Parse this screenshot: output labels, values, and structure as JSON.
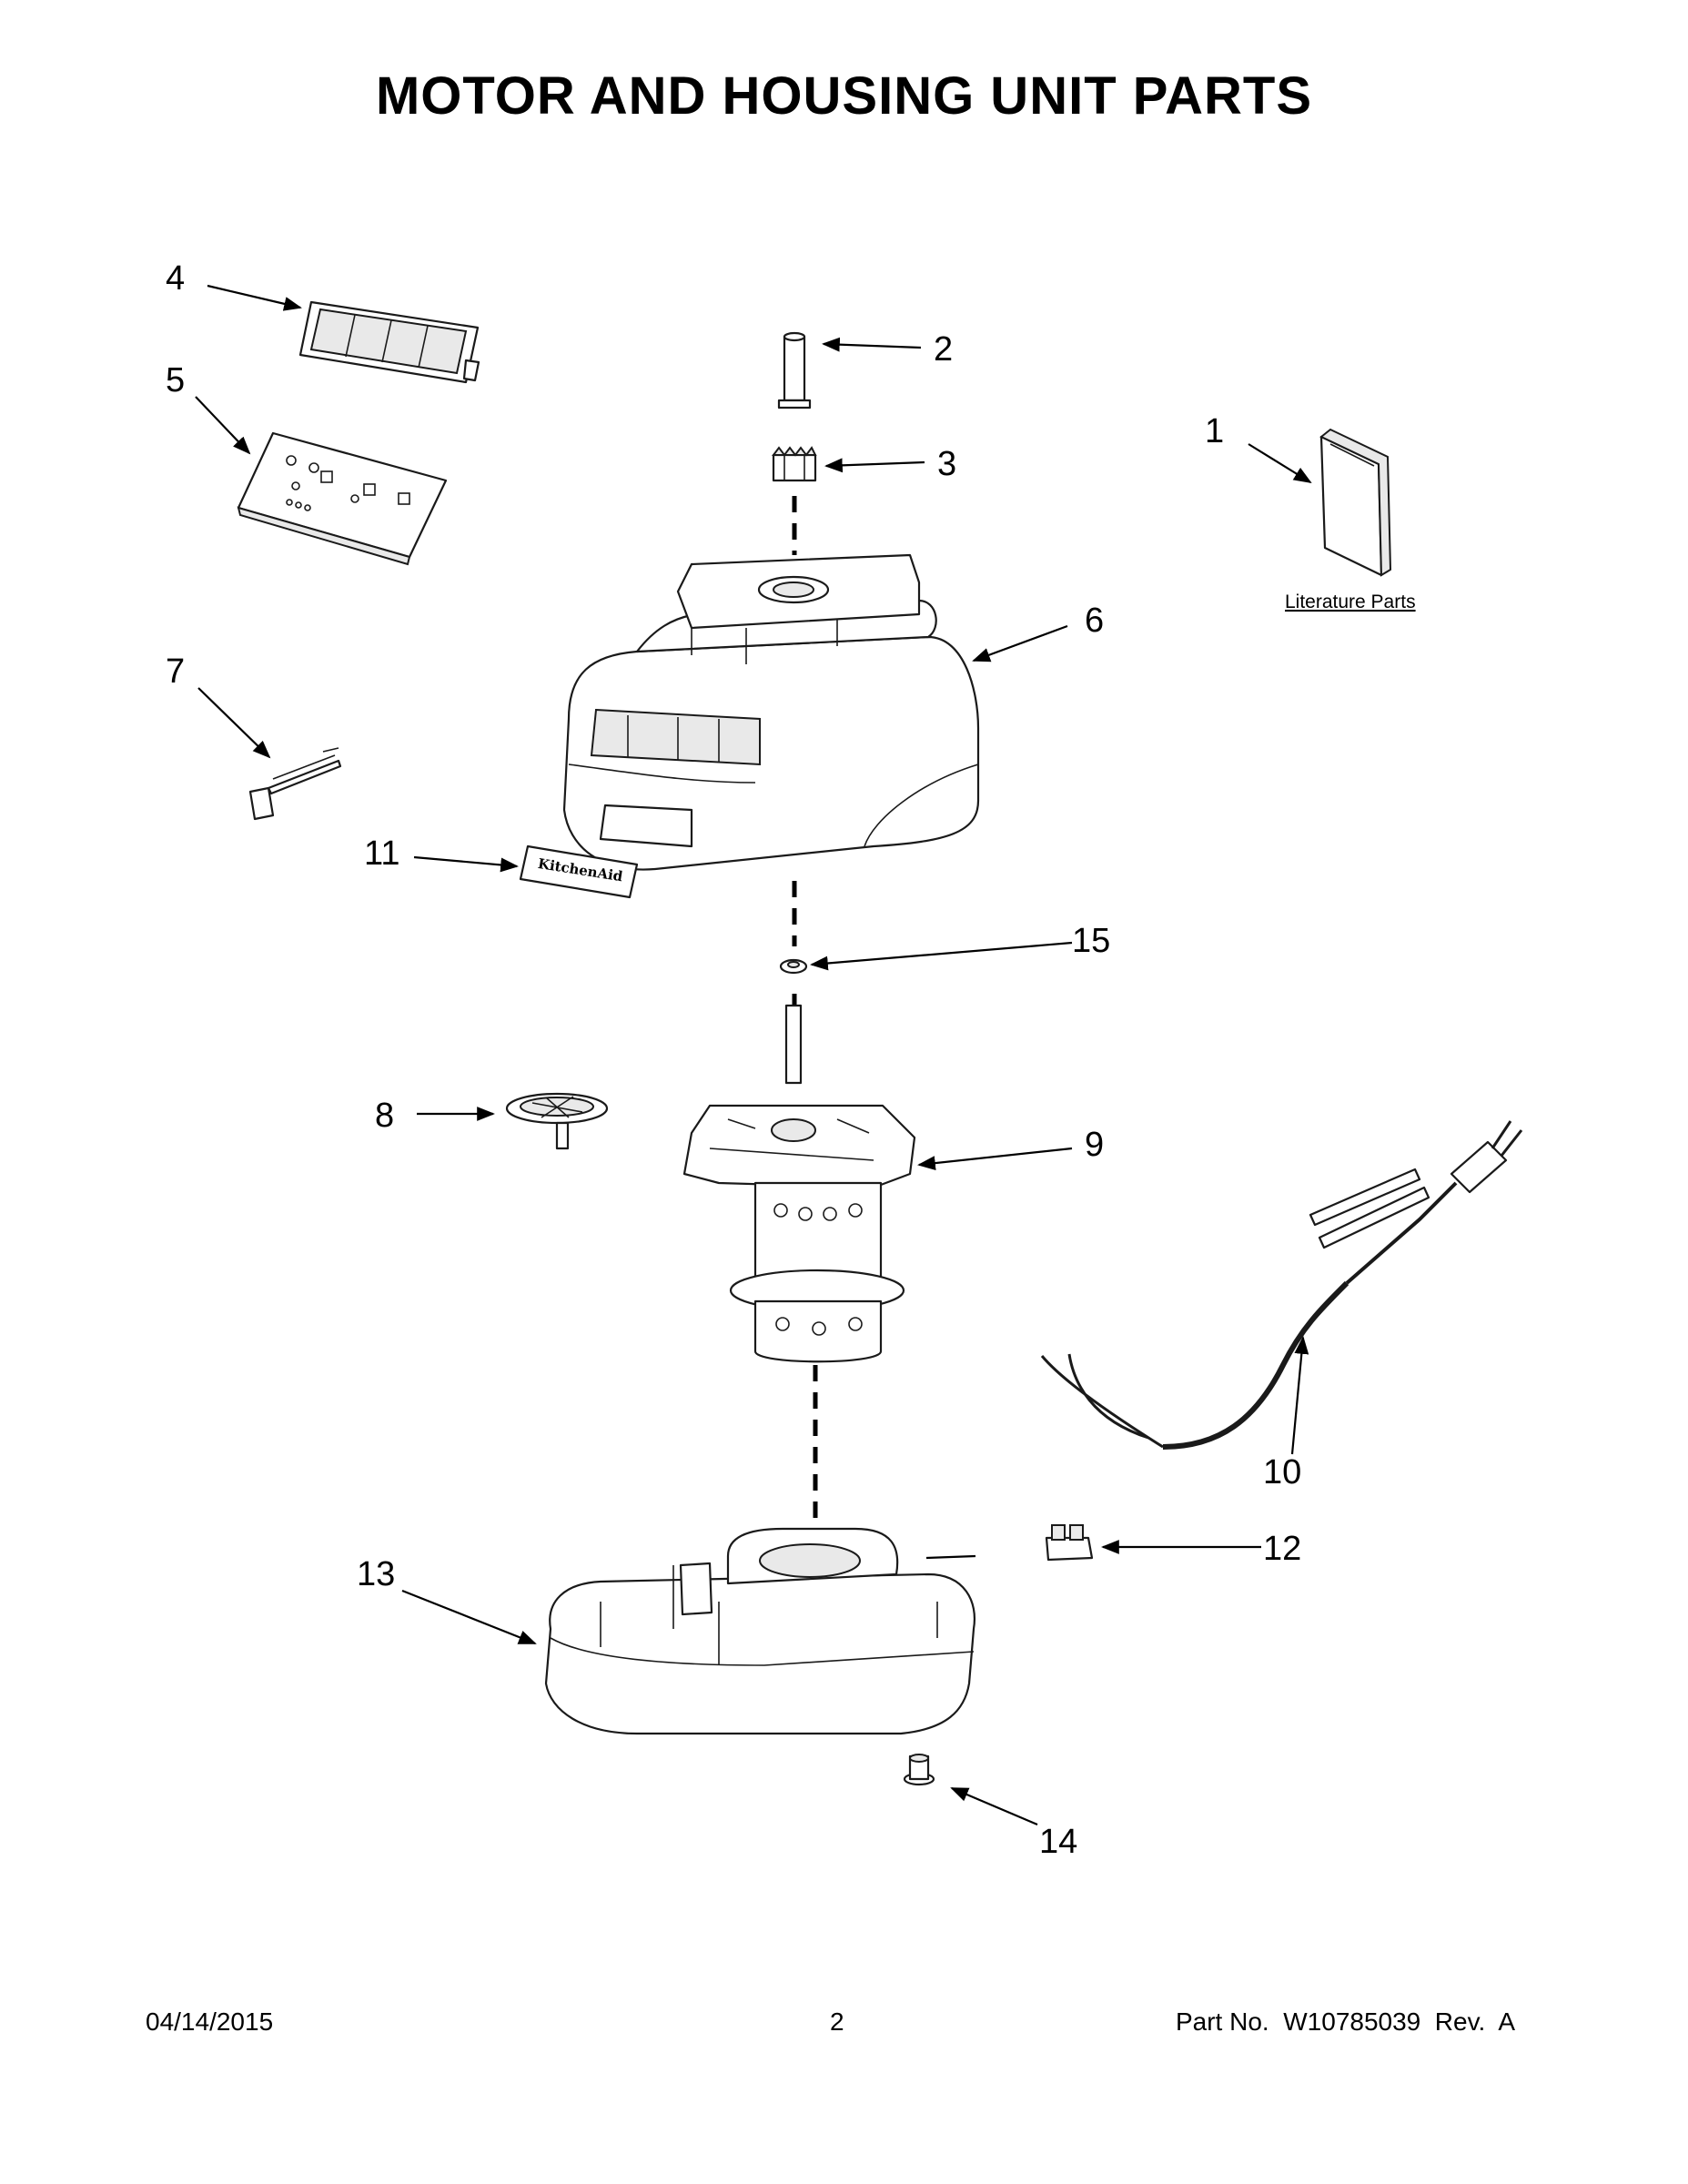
{
  "title": "MOTOR AND HOUSING UNIT PARTS",
  "callouts": {
    "c1": "1",
    "c2": "2",
    "c3": "3",
    "c4": "4",
    "c5": "5",
    "c6": "6",
    "c7": "7",
    "c8": "8",
    "c9": "9",
    "c10": "10",
    "c11": "11",
    "c12": "12",
    "c13": "13",
    "c14": "14",
    "c15": "15"
  },
  "literature_label": "Literature Parts",
  "badge_text": "KitchenAid",
  "footer": {
    "date": "04/14/2015",
    "page": "2",
    "part_no": "Part No.  W10785039  Rev.  A"
  }
}
